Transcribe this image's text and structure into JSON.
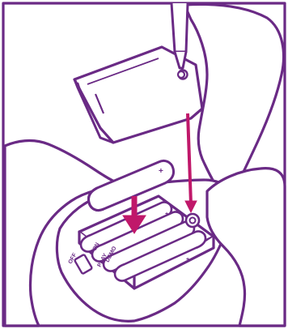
{
  "figure": {
    "switch_label_off": "OFF",
    "switch_label_on": "ON",
    "switch_label_play": "PLAY",
    "switch_label_demo": "DEMO",
    "battery_plus_sign": "+"
  },
  "colors": {
    "outline": "#6a2a85",
    "arrow": "#c0186a",
    "background": "#ffffff",
    "fill": "#ffffff"
  },
  "icons": {
    "screwdriver": "screwdriver-icon",
    "battery": "aa-battery-icon",
    "cover": "battery-cover-icon",
    "screw": "screw-icon"
  }
}
